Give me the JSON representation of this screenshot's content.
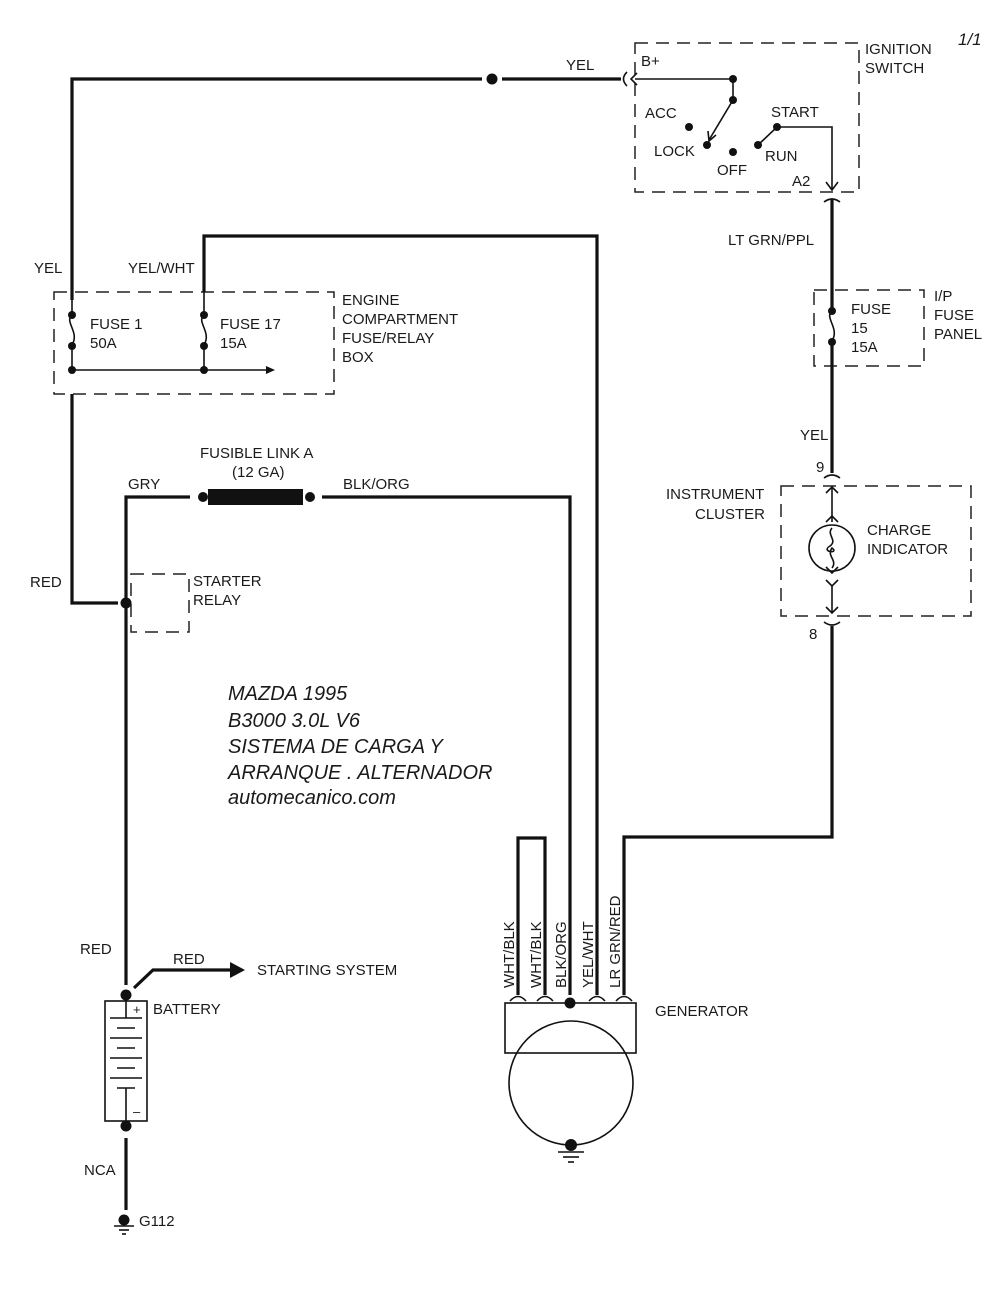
{
  "page_label": "1/1",
  "title_block": {
    "lines": [
      "MAZDA 1995",
      "B3000 3.0L  V6",
      "SISTEMA DE CARGA Y",
      "ARRANQUE . ALTERNADOR",
      "automecanico.com"
    ]
  },
  "ignition_switch": {
    "name": [
      "IGNITION",
      "SWITCH"
    ],
    "terminal_in": "B+",
    "terminal_out": "A2",
    "positions": {
      "acc": "ACC",
      "lock": "LOCK",
      "off": "OFF",
      "run": "RUN",
      "start": "START"
    }
  },
  "engine_fuse_box": {
    "name": [
      "ENGINE",
      "COMPARTMENT",
      "FUSE/RELAY",
      "BOX"
    ],
    "fuses": [
      {
        "name": "FUSE 1",
        "rating": "50A"
      },
      {
        "name": "FUSE 17",
        "rating": "15A"
      }
    ]
  },
  "ip_fuse_panel": {
    "name": [
      "I/P",
      "FUSE",
      "PANEL"
    ],
    "fuse": [
      "FUSE",
      "15",
      "15A"
    ]
  },
  "instrument_cluster": {
    "name": [
      "INSTRUMENT",
      "CLUSTER"
    ],
    "indicator": [
      "CHARGE",
      "INDICATOR"
    ],
    "pin_in": "9",
    "pin_out": "8"
  },
  "fusible_link": {
    "name": "FUSIBLE LINK A",
    "gauge": "(12 GA)"
  },
  "starter_relay": {
    "name": [
      "STARTER",
      "RELAY"
    ]
  },
  "battery": {
    "name": "BATTERY",
    "plus": "+",
    "minus": "–"
  },
  "starting_system": {
    "label": "STARTING SYSTEM"
  },
  "generator": {
    "name": "GENERATOR",
    "pins": [
      "WHT/BLK",
      "WHT/BLK",
      "BLK/ORG",
      "YEL/WHT",
      "LR GRN/RED"
    ]
  },
  "ground": {
    "name": "G112"
  },
  "wire_labels": {
    "top_yel": "YEL",
    "left_yel": "YEL",
    "yel_wht": "YEL/WHT",
    "lt_grn_ppl": "LT GRN/PPL",
    "yel_cluster": "YEL",
    "gry": "GRY",
    "blk_org": "BLK/ORG",
    "red_relay": "RED",
    "red_battery": "RED",
    "red_starting": "RED",
    "nca": "NCA"
  }
}
